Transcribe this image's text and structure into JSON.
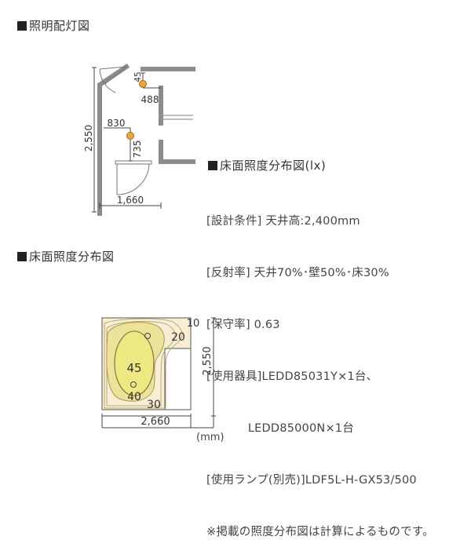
{
  "headings": {
    "layout": "照明配灯図",
    "distribution_right": "床面照度分布図(lx)",
    "distribution_left": "床面照度分布図"
  },
  "layout_dims": {
    "height": "2,550",
    "width": "1,660",
    "offset_830": "830",
    "offset_735": "735",
    "offset_488": "488",
    "offset_45": "45"
  },
  "conditions": {
    "design": "[設計条件] 天井高:2,400mm",
    "reflect": "[反射率] 天井70%･壁50%･床30%",
    "maint": "[保守率] 0.63",
    "fixture1": "[使用器具]LEDD85031Y×1台、",
    "fixture2": "           LEDD85000N×1台",
    "lamp": "[使用ランプ(別売)]LDF5L-H-GX53/500",
    "note": "※掲載の照度分布図は計算によるものです。"
  },
  "distribution": {
    "levels": [
      "45",
      "40",
      "30",
      "20",
      "10"
    ],
    "height": "2,550",
    "width": "2,660",
    "unit": "(mm)"
  },
  "colors": {
    "wall": "#8c8c8c",
    "lamp": "#e8a93c",
    "floor": "#f7eed3",
    "zone_40": "#ede29a",
    "zone_45": "#eee882"
  }
}
